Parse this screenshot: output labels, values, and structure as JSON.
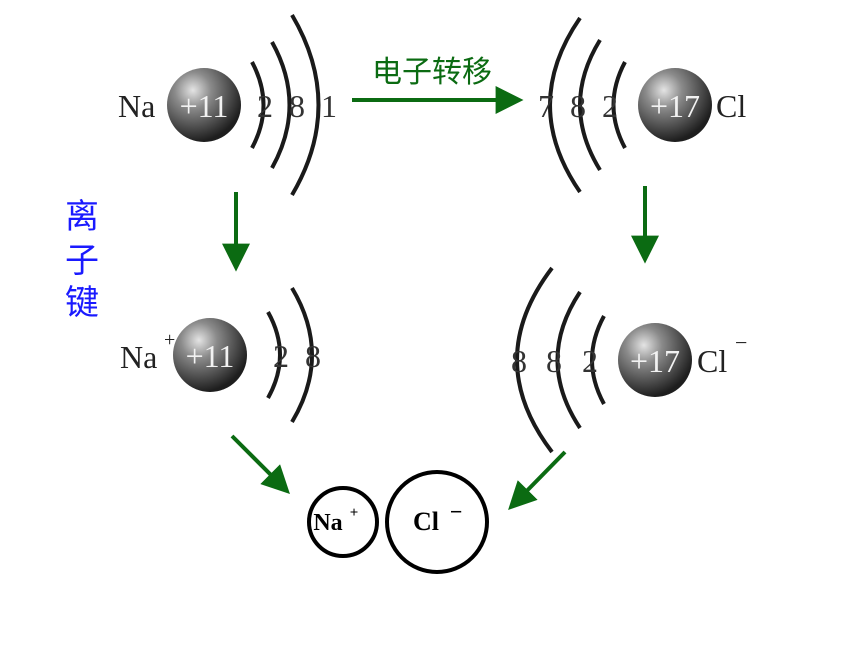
{
  "colors": {
    "arrow": "#0b6b12",
    "transfer_label": "#0b6b12",
    "side_label": "#1a1aff",
    "shell": "#1a1a1a",
    "nucleus_light": "#cfcfcf",
    "nucleus_dark": "#1e1e1e",
    "ion_circle": "#000000"
  },
  "transfer_label": "电子转移",
  "side_label": [
    "离",
    "子",
    "键"
  ],
  "atoms": {
    "na": {
      "symbol": "Na",
      "nucleus": "+11",
      "shells": [
        "2",
        "8",
        "1"
      ]
    },
    "cl": {
      "symbol": "Cl",
      "nucleus": "+17",
      "shells": [
        "7",
        "8",
        "2"
      ]
    }
  },
  "ions": {
    "na": {
      "symbol": "Na",
      "charge": "+",
      "nucleus": "+11",
      "shells": [
        "2",
        "8"
      ]
    },
    "cl": {
      "symbol": "Cl",
      "charge": "−",
      "nucleus": "+17",
      "shells": [
        "8",
        "8",
        "2"
      ]
    }
  },
  "product": {
    "na_symbol": "Na",
    "na_charge": "+",
    "cl_symbol": "Cl",
    "cl_charge": "−"
  }
}
